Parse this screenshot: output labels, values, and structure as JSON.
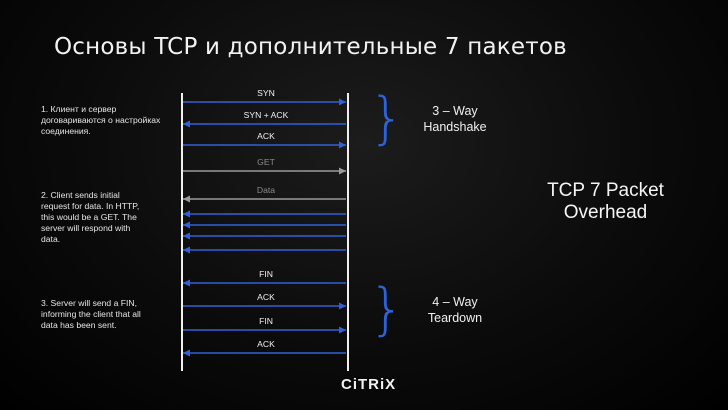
{
  "slide": {
    "title": "Основы TCP и дополнительные 7 пакетов",
    "logo": "CiTRiX",
    "notes": [
      "1.  Клиент и сервер договариваются о настройках соединения.",
      "2.  Client sends initial request for data.  In HTTP, this would be a GET.  The server will respond with data.",
      "3.  Server will send a FIN, informing the client that all data has been sent."
    ],
    "handshake_label": "3 – Way Handshake",
    "teardown_label": "4 – Way Teardown",
    "overhead_label": "TCP 7 Packet Overhead"
  },
  "packets": [
    {
      "label": "SYN",
      "dir": "right",
      "dim": false
    },
    {
      "label": "SYN + ACK",
      "dir": "left",
      "dim": false
    },
    {
      "label": "ACK",
      "dir": "right",
      "dim": false
    },
    {
      "label": "GET",
      "dir": "right",
      "dim": true
    },
    {
      "label": "Data",
      "dir": "left",
      "dim": true
    },
    {
      "label": "",
      "dir": "left",
      "dim": false
    },
    {
      "label": "",
      "dir": "left",
      "dim": false
    },
    {
      "label": "",
      "dir": "left",
      "dim": false
    },
    {
      "label": "",
      "dir": "left",
      "dim": false
    },
    {
      "label": "FIN",
      "dir": "left",
      "dim": false
    },
    {
      "label": "ACK",
      "dir": "right",
      "dim": false
    },
    {
      "label": "FIN",
      "dir": "right",
      "dim": false
    },
    {
      "label": "ACK",
      "dir": "left",
      "dim": false
    }
  ],
  "colors": {
    "arrow": "#2f62d6",
    "arrow_dim": "#9a9a9a",
    "brace": "#2f62d6"
  }
}
